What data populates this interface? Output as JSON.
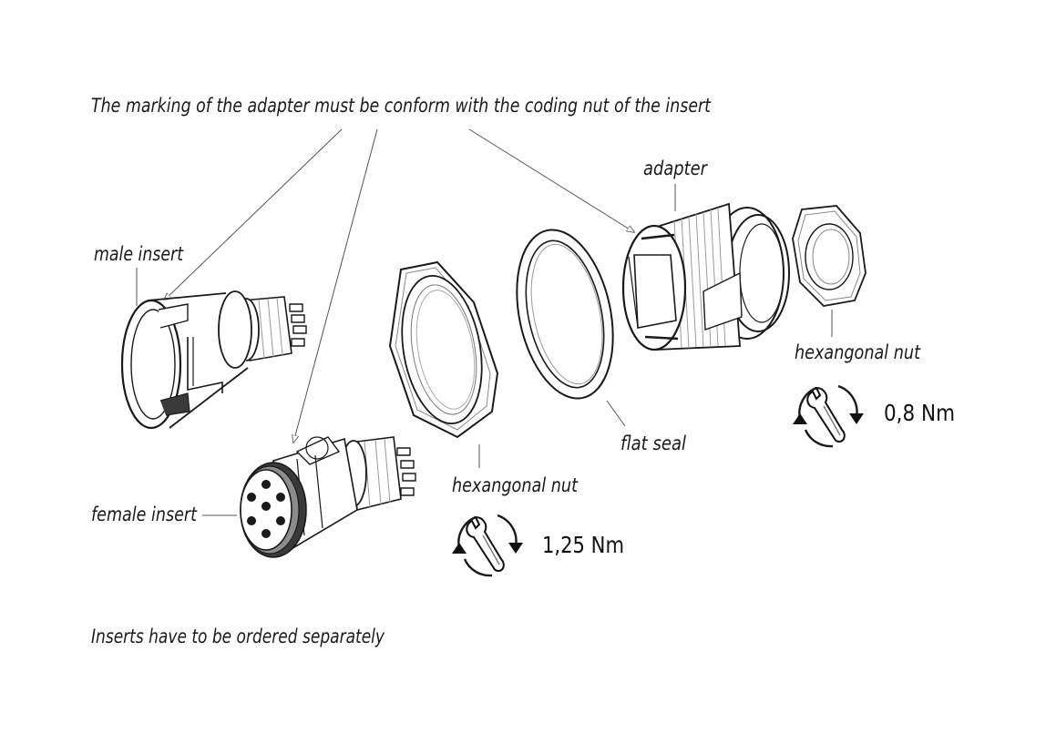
{
  "labels": {
    "heading": "The marking of the adapter must be conform with the coding nut of the insert",
    "adapter": "adapter",
    "male_insert": "male insert",
    "female_insert": "female insert",
    "hex_nut_large": "hexangonal nut",
    "hex_nut_small": "hexangonal nut",
    "flat_seal": "flat seal",
    "footer": "Inserts have to be ordered separately"
  },
  "torques": {
    "large_nut": "1,25 Nm",
    "small_nut": "0,8 Nm"
  },
  "icons": {
    "torque_icon": "wrench-rotation-icon"
  }
}
